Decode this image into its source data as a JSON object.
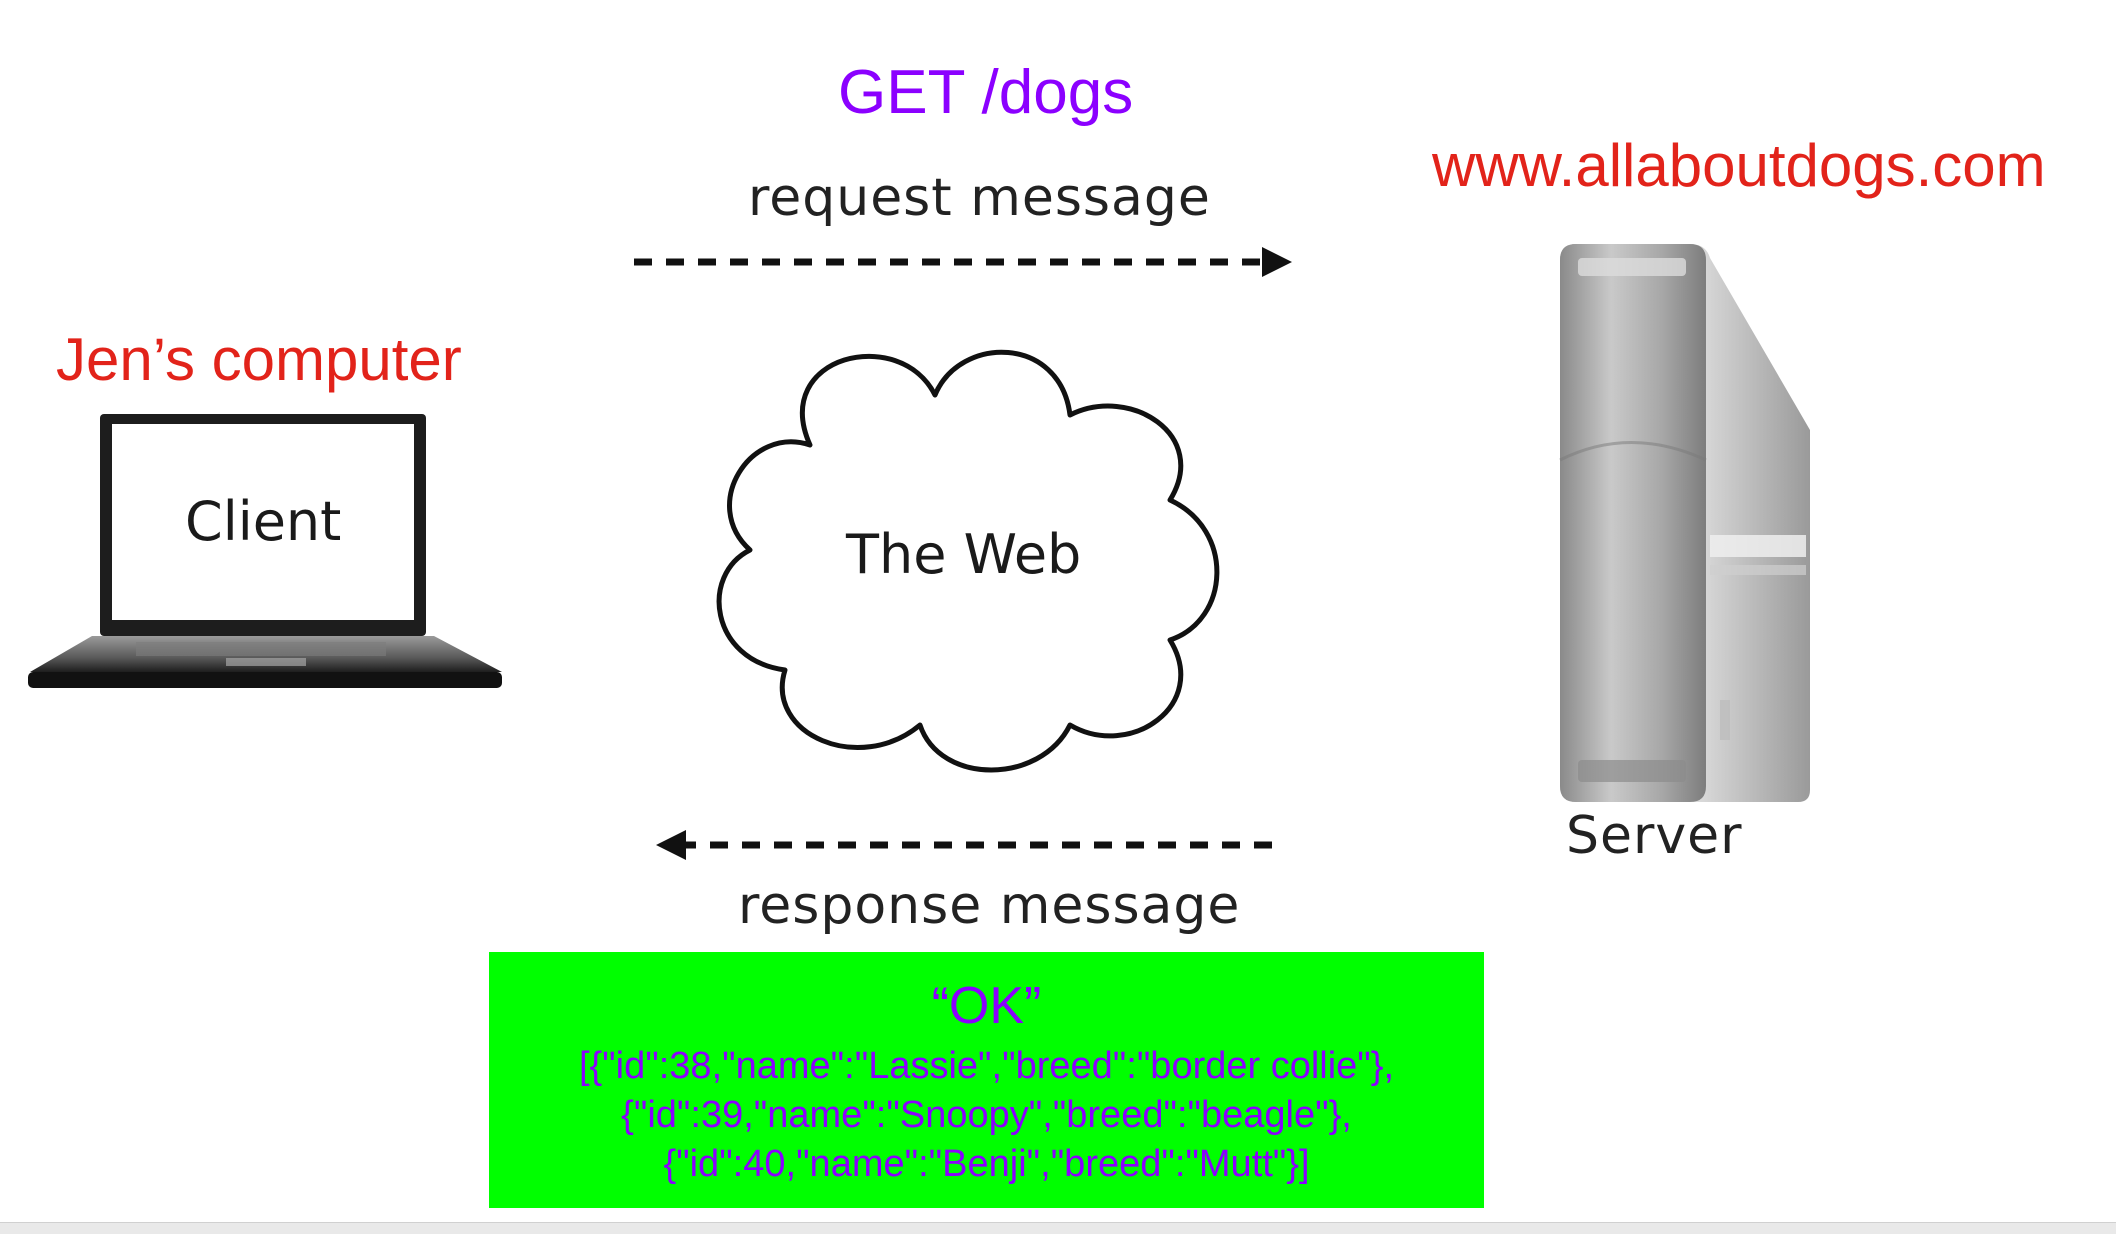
{
  "labels": {
    "request_method": "GET /dogs",
    "server_host": "www.allaboutdogs.com",
    "client_owner": "Jen’s computer",
    "request": "request message",
    "response": "response message",
    "client": "Client",
    "web": "The Web",
    "server": "Server"
  },
  "response_body": {
    "status": "“OK”",
    "lines": [
      "[{\"id\":38,\"name\":\"Lassie\",\"breed\":\"border collie\"},",
      "{\"id\":39,\"name\":\"Snoopy\",\"breed\":\"beagle\"},",
      "{\"id\":40,\"name\":\"Benji\",\"breed\":\"Mutt\"}]"
    ]
  },
  "colors": {
    "host_label": "#e2231a",
    "http_text": "#8b00ff",
    "response_box": "#00ff00"
  },
  "icons": {
    "client": "laptop-icon",
    "network": "cloud-icon",
    "server": "server-tower-icon",
    "request_arrow": "dashed-arrow-right-icon",
    "response_arrow": "dashed-arrow-left-icon"
  }
}
